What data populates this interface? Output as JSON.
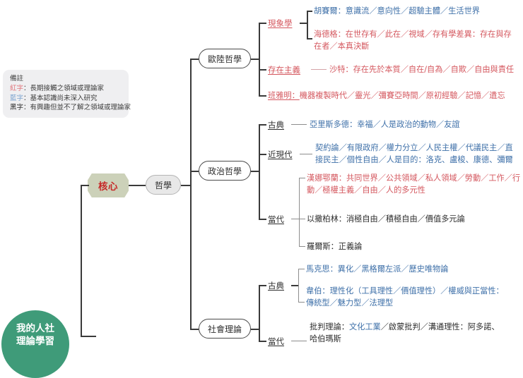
{
  "legend": {
    "title": "備註",
    "rows": [
      {
        "key": "紅字",
        "sep": "：",
        "desc": "長期接觸之領域或理論家",
        "color": "#e0767c"
      },
      {
        "key": "藍字",
        "sep": "：",
        "desc": "基本認識尚未深入研究",
        "color": "#7da4cf"
      },
      {
        "key": "黑字",
        "sep": "：",
        "desc": "有興趣但並不了解之領域或理論家",
        "color": "#2d2d2d"
      }
    ]
  },
  "core": {
    "label": "核心",
    "color": "#c62828",
    "fill": "#ccd1b9"
  },
  "root_leaf": {
    "label": "我的人社\n理論學習",
    "line1": "我的人社",
    "line2": "理論學習",
    "fill": "#3f9b79"
  },
  "branches": {
    "philosophy": {
      "label": "哲學"
    },
    "continental": {
      "label": "歐陸哲學"
    },
    "political": {
      "label": "政治哲學"
    },
    "social": {
      "label": "社會理論"
    }
  },
  "continental": {
    "phenomenology": {
      "label": "現象學",
      "color": "#d4575e"
    },
    "husserl": "胡賽爾：意識流／意向性／超驗主體／生活世界",
    "heidegger_l1": "海德格：在世存有／此在／視域／存有學差異：存在與存",
    "heidegger_l2": "在者／本真決斷",
    "existentialism": {
      "label": "存在主義",
      "color": "#d4575e"
    },
    "sartre": "沙特：存在先於本質／自在/自為／自欺／自由與責任",
    "benjamin_name": "班雅明：",
    "benjamin_rest": "機器複製時代／靈光／彌賽亞時間／原初經驗／記憶／遺忘"
  },
  "political": {
    "classic": {
      "label": "古典"
    },
    "aristotle": "亞里斯多德：幸福／人是政治的動物／友誼",
    "modern": {
      "label": "近現代"
    },
    "modern_l1": "契約論／有限政府／權力分立／人民主權／代議民主／直",
    "modern_l2": "接民主／個性自由／人是目的：洛克、盧梭、康德、彌爾",
    "contemporary": {
      "label": "當代"
    },
    "arendt_l1": "漢娜鄂蘭：共同世界／公共領域／私人領域／勞動／工作／行",
    "arendt_l2": "動／極權主義／自由／人的多元性",
    "berlin": "以撒柏林：消極自由／積極自由／價值多元論",
    "rawls": "羅爾斯：正義論"
  },
  "social": {
    "classic": {
      "label": "古典"
    },
    "marx": "馬克思：異化／黑格爾左派／歷史唯物論",
    "weber_l1": "韋伯：理性化（工具理性／價值理性）／權威與正當性：",
    "weber_l2": "傳統型／魅力型／法理型",
    "contemporary": {
      "label": "當代"
    },
    "critical_head": "批判理論：",
    "critical_blue": "文化工業",
    "critical_rest": "／啟蒙批判／溝通理性：阿多諾、",
    "critical_l2": "哈伯瑪斯"
  }
}
